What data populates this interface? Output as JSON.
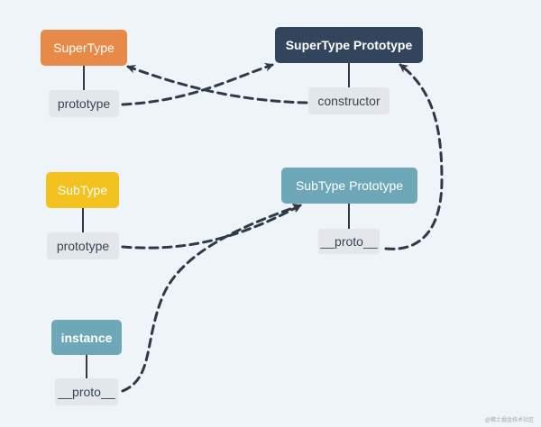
{
  "nodes": {
    "supertype": {
      "label": "SuperType",
      "color": "#e88a47"
    },
    "supertype_prototype_prop": {
      "label": "prototype"
    },
    "supertype_proto_obj": {
      "label": "SuperType Prototype",
      "color": "#32455d"
    },
    "constructor_prop": {
      "label": "constructor"
    },
    "subtype": {
      "label": "SubType",
      "color": "#f4c21f"
    },
    "subtype_prototype_prop": {
      "label": "prototype"
    },
    "subtype_proto_obj": {
      "label": "SubType Prototype",
      "color": "#6ea8b8"
    },
    "subtype_proto_prop": {
      "label": "__proto__"
    },
    "instance": {
      "label": "instance",
      "color": "#6ea8b8"
    },
    "instance_proto_prop": {
      "label": "__proto__"
    }
  },
  "colors": {
    "arrow": "#2f3a48",
    "background": "#eef4f8"
  },
  "watermark": "@稀土掘金技术社区"
}
